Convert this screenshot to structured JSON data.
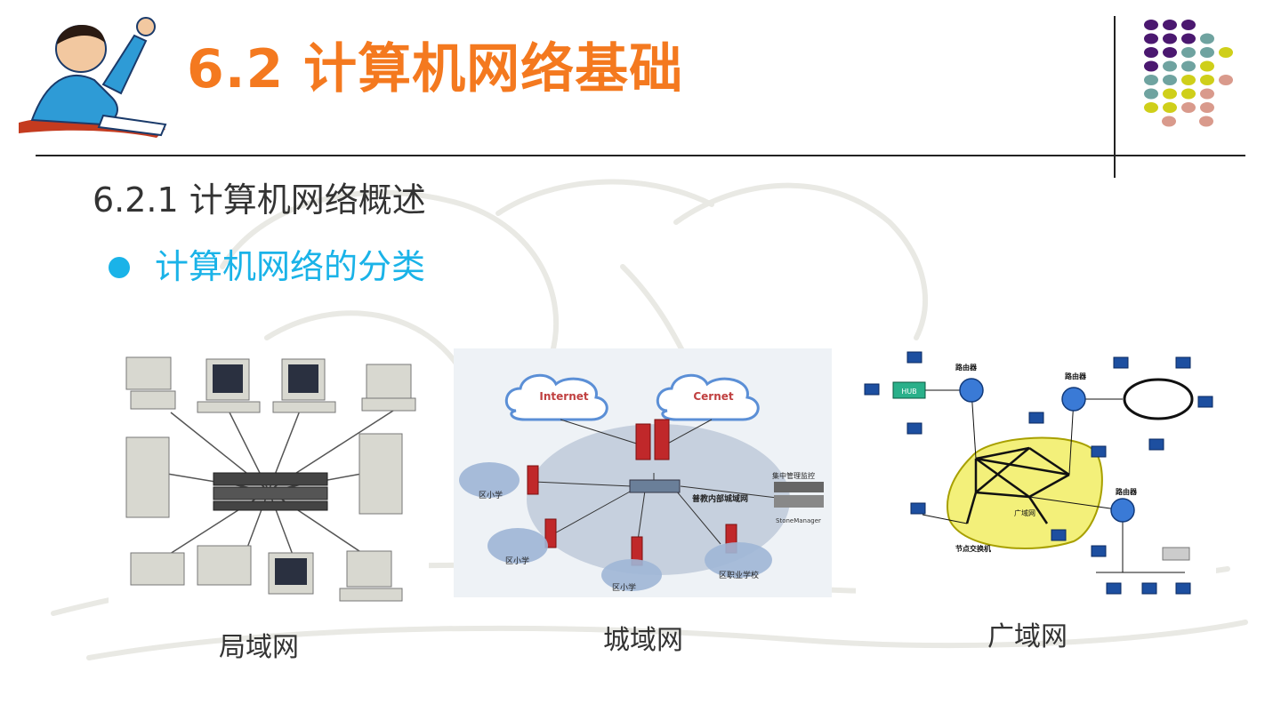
{
  "header": {
    "title": "6.2  计算机网络基础",
    "subtitle": "6.2.1  计算机网络概述",
    "bullet": "计算机网络的分类"
  },
  "lan": {
    "caption": "局域网"
  },
  "man": {
    "caption": "城域网",
    "cloud_internet": "Internet",
    "cloud_cernet": "Cernet",
    "center_label": "普教内部城域网",
    "monitor_label": "集中管理监控",
    "manager_label": "StoneManager",
    "node_labels": [
      "区小学",
      "区小学",
      "区小学",
      "区职业学校"
    ]
  },
  "wan": {
    "caption": "广域网",
    "hub_label": "HUB",
    "router_labels": [
      "路由器",
      "路由器",
      "路由器"
    ],
    "wan_label": "广域网",
    "switch_label": "节点交换机"
  },
  "colors": {
    "title": "#f4791f",
    "bullet": "#1ab3e8",
    "dot_purple": "#4b1870",
    "dot_teal": "#6fa3a0",
    "dot_yellow": "#cfcf1a",
    "dot_pink": "#d99a8c"
  }
}
